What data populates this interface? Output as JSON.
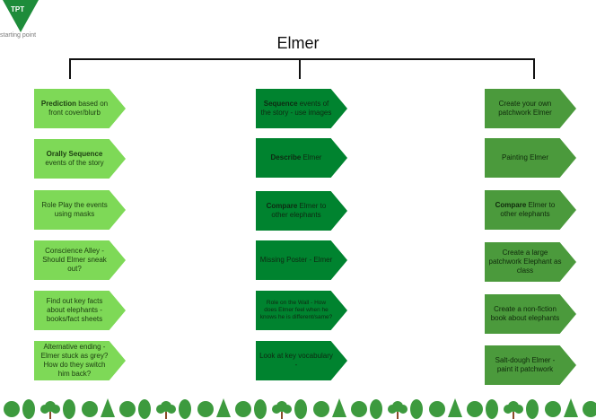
{
  "logo": {
    "text": "TPT",
    "subtitle": "starting point"
  },
  "title": "Elmer",
  "columns": [
    {
      "items": [
        {
          "bold": "Prediction",
          "rest": " based on front cover/blurb"
        },
        {
          "bold": "Orally Sequence",
          "rest": " events of the story"
        },
        {
          "bold": "",
          "rest": "Role Play the events using masks"
        },
        {
          "bold": "",
          "rest": "Conscience Alley - Should Elmer sneak out?"
        },
        {
          "bold": "",
          "rest": "Find out key facts about elephants - books/fact sheets"
        },
        {
          "bold": "",
          "rest": "Alternative ending - Elmer stuck as grey? How do they switch him back?"
        }
      ]
    },
    {
      "items": [
        {
          "bold": "Sequence",
          "rest": " events of the story - use images"
        },
        {
          "bold": "Describe",
          "rest": " Elmer"
        },
        {
          "bold": "Compare",
          "rest": " Elmer to other elephants"
        },
        {
          "bold": "",
          "rest": "Missing Poster - Elmer"
        },
        {
          "bold": "",
          "rest": "Role on the Wall - How does Elmer feel when he knows he is different/same?"
        },
        {
          "bold": "",
          "rest": "Look at key vocabulary -"
        }
      ]
    },
    {
      "items": [
        {
          "bold": "",
          "rest": "Create your own patchwork Elmer"
        },
        {
          "bold": "",
          "rest": "Painting Elmer"
        },
        {
          "bold": "Compare",
          "rest": " Elmer to other elephants"
        },
        {
          "bold": "",
          "rest": "Create a large patchwork Elephant as class"
        },
        {
          "bold": "",
          "rest": "Create a non-fiction book about elephants"
        },
        {
          "bold": "",
          "rest": "Salt-dough Elmer - paint it patchwork"
        }
      ]
    }
  ],
  "colors": {
    "col1": "#7ed957",
    "col2": "#00832f",
    "col3": "#4b9a3c",
    "trees": "#3d9a3e"
  },
  "decoration": {
    "icon": "tree-border-icon"
  }
}
